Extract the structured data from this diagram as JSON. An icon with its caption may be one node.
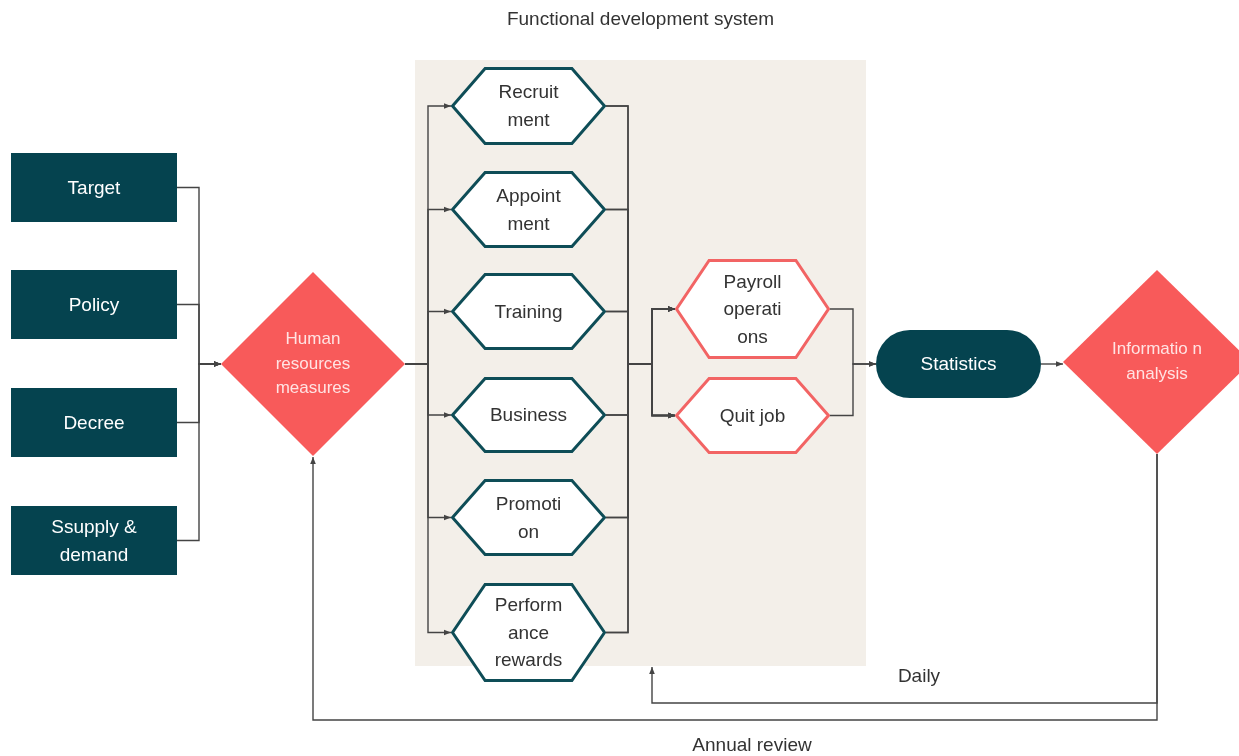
{
  "diagram": {
    "nodes": [
      {
        "text": [
          "Functional development system"
        ]
      },
      {
        "text": [
          "Target"
        ]
      },
      {
        "text": [
          "Policy"
        ]
      },
      {
        "text": [
          "Decree"
        ]
      },
      {
        "text": [
          "Ssupply & demand"
        ]
      },
      {
        "text": [
          "Human resources measures"
        ]
      },
      {
        "text": [
          "Recruit ment"
        ],
        "in": 0
      },
      {
        "text": [
          "Appoint ment"
        ],
        "in": 0
      },
      {
        "text": [
          "Training"
        ],
        "in": 0
      },
      {
        "text": [
          "Business"
        ],
        "in": 0
      },
      {
        "text": [
          "Promoti on"
        ],
        "in": 0
      },
      {
        "text": [
          "Perform ance rewards"
        ]
      },
      {
        "text": [
          "Payroll operati ons"
        ],
        "in": 0
      },
      {
        "text": [
          "Quit job"
        ],
        "in": 0
      },
      {
        "text": [
          "Statistics"
        ]
      },
      {
        "text": [
          "Informatio n analysis"
        ]
      }
    ],
    "edges": [
      {
        "from": 1,
        "to": 5,
        "arrow": "to"
      },
      {
        "from": 2,
        "to": 5,
        "arrow": "to"
      },
      {
        "from": 3,
        "to": 5,
        "arrow": "to"
      },
      {
        "from": 4,
        "to": 5,
        "arrow": "to"
      },
      {
        "from": 5,
        "to": 6,
        "arrow": "to"
      },
      {
        "from": 5,
        "to": 7,
        "arrow": "to"
      },
      {
        "from": 5,
        "to": 8,
        "arrow": "to"
      },
      {
        "from": 5,
        "to": 9,
        "arrow": "to"
      },
      {
        "from": 5,
        "to": 10,
        "arrow": "to"
      },
      {
        "from": 5,
        "to": 11,
        "arrow": "to"
      },
      {
        "from": 6,
        "to": 12,
        "arrow": "to"
      },
      {
        "from": 7,
        "to": 12,
        "arrow": "to"
      },
      {
        "from": 8,
        "to": 12,
        "arrow": "to"
      },
      {
        "from": 9,
        "to": 12,
        "arrow": "to"
      },
      {
        "from": 10,
        "to": 12,
        "arrow": "to"
      },
      {
        "from": 11,
        "to": 12,
        "arrow": "to"
      },
      {
        "from": 6,
        "to": 13,
        "arrow": "to"
      },
      {
        "from": 7,
        "to": 13,
        "arrow": "to"
      },
      {
        "from": 8,
        "to": 13,
        "arrow": "to"
      },
      {
        "from": 9,
        "to": 13,
        "arrow": "to"
      },
      {
        "from": 10,
        "to": 13,
        "arrow": "to"
      },
      {
        "from": 11,
        "to": 13,
        "arrow": "to"
      },
      {
        "from": 12,
        "to": 14,
        "arrow": "to"
      },
      {
        "from": 13,
        "to": 14,
        "arrow": "to"
      },
      {
        "from": 14,
        "to": 15,
        "arrow": "to"
      },
      {
        "from": 15,
        "to": 0,
        "label": "Daily",
        "arrow": "to"
      },
      {
        "from": 15,
        "to": 5,
        "label": "Annual review",
        "arrow": "to"
      }
    ]
  }
}
